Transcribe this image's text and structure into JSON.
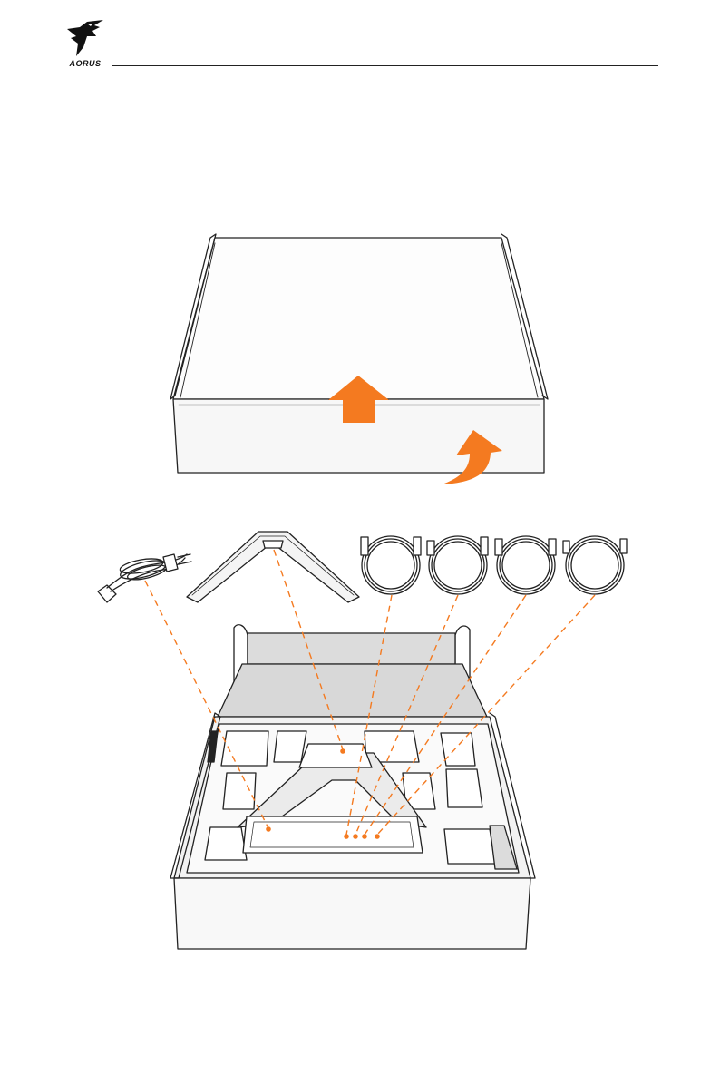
{
  "header": {
    "brand": "AORUS"
  },
  "illustration": {
    "step_top": "lift-box-lid",
    "step_bottom": "unpack-accessories",
    "colors": {
      "arrow": "#f47a20",
      "guide": "#f47a20",
      "line": "#222222",
      "box_face": "#fafafa",
      "foam_shadow": "#d9d9d9"
    },
    "icons": [
      "lift-arrow-icon",
      "rotate-arrow-icon",
      "power-cord-icon",
      "stand-base-icon",
      "hdmi-cable-icon",
      "usb-cable-icon",
      "displayport-cable-icon",
      "usb-c-cable-icon"
    ]
  }
}
